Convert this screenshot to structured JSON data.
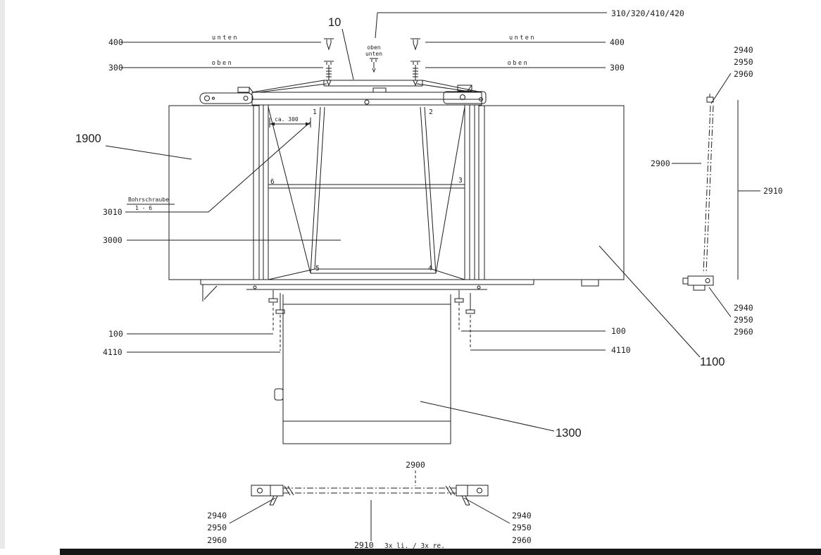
{
  "colors": {
    "ink": "#1c1c1c",
    "paper": "#ffffff",
    "margin": "#e9e9e9",
    "bar": "#161616"
  },
  "diagram": {
    "callouts": {
      "c10": "10",
      "c310_group": "310/320/410/420",
      "c400": "400",
      "c300": "300",
      "unten": "unten",
      "oben": "oben",
      "c1900": "1900",
      "dim": "ca. 300",
      "note1": "Bohrschraube",
      "note2": "1 - 6",
      "c3010": "3010",
      "c3000": "3000",
      "c100": "100",
      "c4110": "4110",
      "c1100": "1100",
      "c1300": "1300",
      "c2900": "2900",
      "c2910": "2910",
      "c2940": "2940",
      "c2950": "2950",
      "c2960": "2960",
      "qty_note": "3x li. / 3x re."
    },
    "position_marks": [
      "1",
      "2",
      "3",
      "4",
      "5",
      "6"
    ]
  }
}
